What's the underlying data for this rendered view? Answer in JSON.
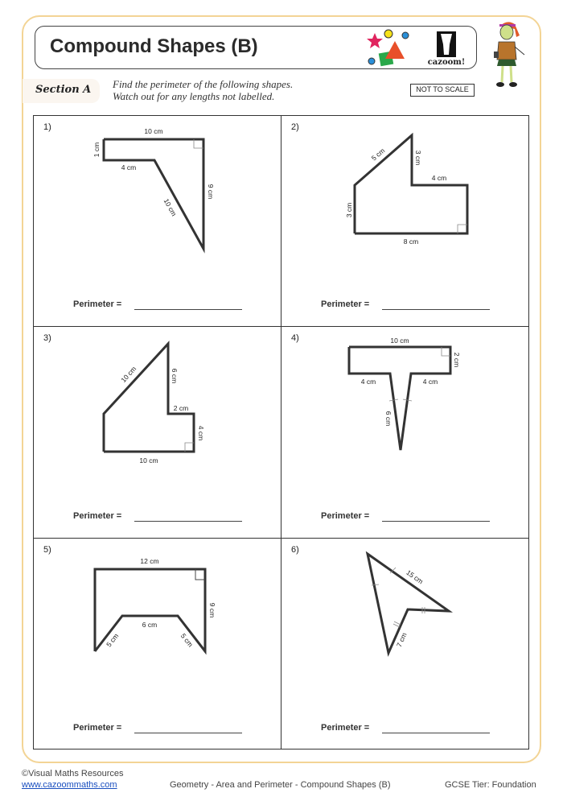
{
  "header": {
    "title": "Compound Shapes (B)",
    "brand": "cazoom!",
    "section_label": "Section A",
    "instructions": [
      "Find the perimeter of the following shapes.",
      "Watch out for any lengths not labelled."
    ],
    "not_to_scale": "NOT TO SCALE"
  },
  "questions": [
    {
      "number": "1)",
      "labels": {
        "top": "10 cm",
        "left": "1 cm",
        "inner": "4 cm",
        "diag": "10 cm",
        "right": "9 cm"
      },
      "perimeter_label": "Perimeter  ="
    },
    {
      "number": "2)",
      "labels": {
        "diag": "5 cm",
        "inner_v": "3 cm",
        "inner_h": "4 cm",
        "left": "3 cm",
        "bottom": "8 cm"
      },
      "perimeter_label": "Perimeter  ="
    },
    {
      "number": "3)",
      "labels": {
        "diag": "10 cm",
        "inner_v": "6 cm",
        "inner_h": "2 cm",
        "right": "4 cm",
        "bottom": "10 cm"
      },
      "perimeter_label": "Perimeter  ="
    },
    {
      "number": "4)",
      "labels": {
        "top": "10 cm",
        "right": "2 cm",
        "left_under": "4 cm",
        "right_under": "4 cm",
        "stem": "6 cm"
      },
      "perimeter_label": "Perimeter  ="
    },
    {
      "number": "5)",
      "labels": {
        "top": "12 cm",
        "right": "9 cm",
        "inner": "6 cm",
        "left_diag": "5 cm",
        "right_diag": "5 cm"
      },
      "perimeter_label": "Perimeter  ="
    },
    {
      "number": "6)",
      "labels": {
        "long": "15 cm",
        "short": "7 cm"
      },
      "perimeter_label": "Perimeter  ="
    }
  ],
  "footer": {
    "copyright": "©Visual Maths Resources",
    "website": "www.cazoommaths.com",
    "topic": "Geometry - Area and Perimeter - Compound Shapes (B)",
    "tier": "GCSE Tier: Foundation"
  },
  "colors": {
    "frame": "#f3d495",
    "section_tab": "#fbf6f0",
    "link": "#1a4fbf"
  }
}
